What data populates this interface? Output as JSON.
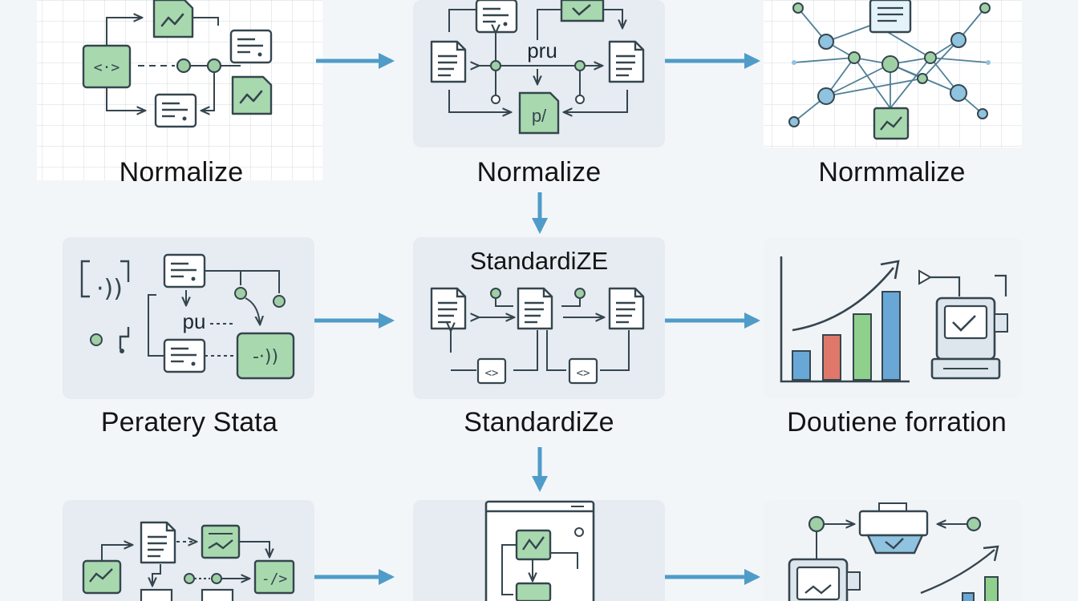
{
  "colors": {
    "background": "#f3f6f9",
    "panel": "#e6ecf1",
    "grid": "#d3d8de",
    "arrow": "#4f9cc8",
    "icon_stroke": "#35454f",
    "doc_fill": "#ffffff",
    "green_fill": "#a8d9ae",
    "node_fill": "#9fd0a5",
    "node_blue": "#8fc3df",
    "bar_blue": "#69a7d6",
    "bar_red": "#e0776b",
    "bar_green": "#8fd18c"
  },
  "captions": {
    "row1": [
      "Normalize",
      "Normalize",
      "Normmalize"
    ],
    "row2": [
      "Peratery Stata",
      "StandardiZe",
      "Doutiene forration"
    ]
  },
  "panel_titles": {
    "standardize_top": "StandardiZE"
  },
  "inline_labels": {
    "pru": "pru",
    "pu": "pu"
  },
  "icons": [
    "document-icon",
    "code-icon",
    "chart-line-icon",
    "check-icon",
    "signal-icon",
    "network-node-icon",
    "bar-chart-icon",
    "monitor-check-icon",
    "browser-window-icon",
    "arrow-right-icon",
    "arrow-down-icon"
  ]
}
